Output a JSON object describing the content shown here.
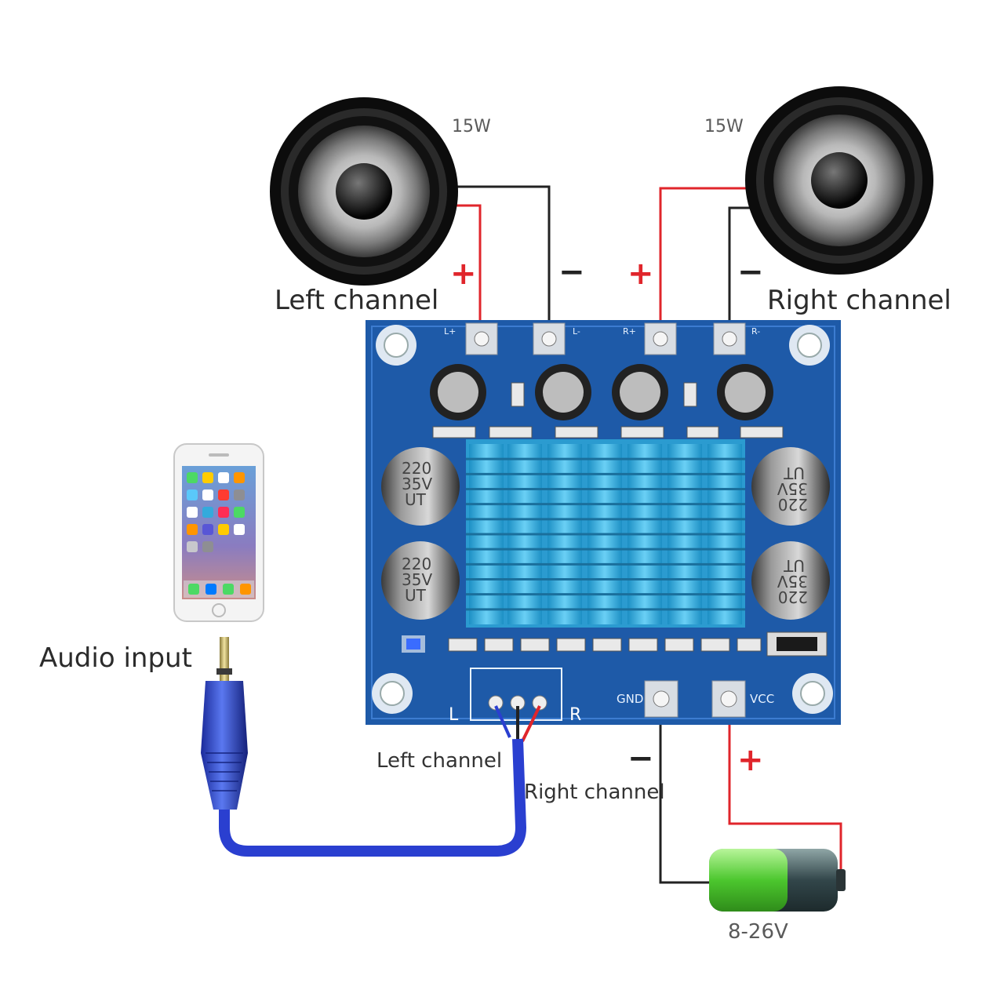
{
  "labels": {
    "left_speaker_power": "15W",
    "right_speaker_power": "15W",
    "left_channel": "Left channel",
    "right_channel": "Right channel",
    "audio_input": "Audio input",
    "input_left_channel": "Left channel",
    "input_right_channel": "Right channel",
    "battery_voltage": "8-26V"
  },
  "signs": {
    "plus": "+",
    "minus": "−"
  },
  "pcb": {
    "pad_l_plus": "L+",
    "pad_l_minus": "L-",
    "pad_r_plus": "R+",
    "pad_r_minus": "R-",
    "gnd": "GND",
    "vcc": "VCC",
    "input_l": "L",
    "input_r": "R",
    "cap_top_left": [
      "220",
      "35V",
      "UT"
    ],
    "cap_bottom_left": [
      "220",
      "35V",
      "UT"
    ],
    "cap_top_right": [
      "220",
      "35V",
      "UT"
    ],
    "cap_bottom_right": [
      "220",
      "35V",
      "UT"
    ]
  },
  "colors": {
    "pcb": "#1e5aa8",
    "heatsink": "#3fb6e6",
    "wire_red": "#e0252b",
    "wire_black": "#222222",
    "cable_blue": "#2a3fd0",
    "battery_green": "#5bd63a"
  }
}
